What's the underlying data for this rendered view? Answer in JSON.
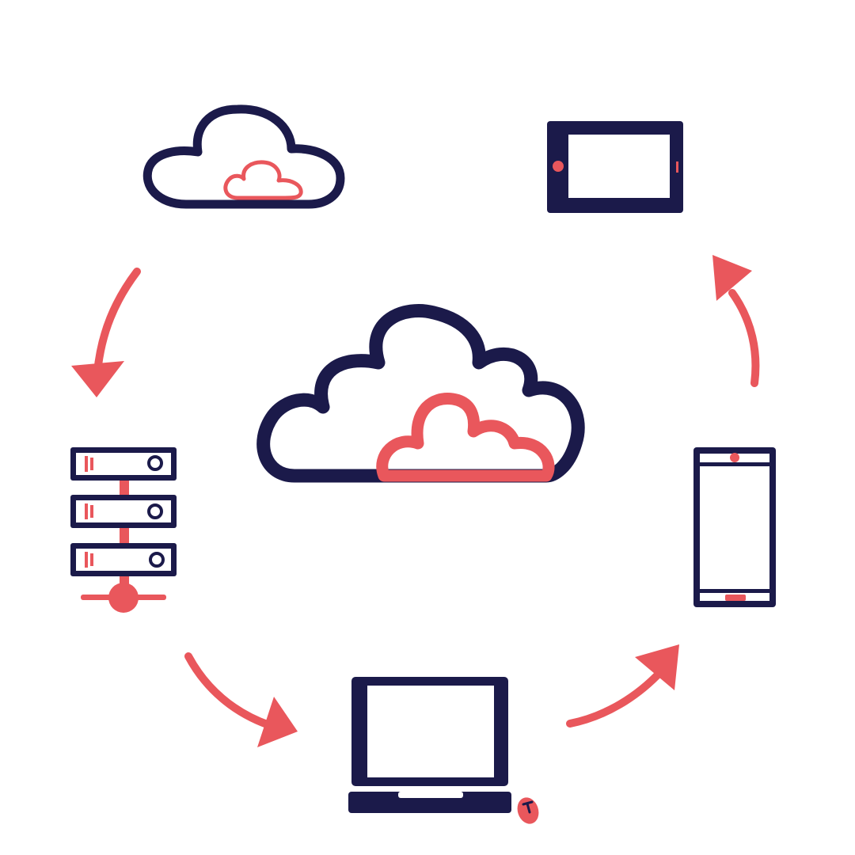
{
  "colors": {
    "navy": "#1b1a4a",
    "coral": "#e9575c",
    "background": "#ffffff"
  },
  "diagram": {
    "kind": "cycle",
    "center": {
      "icon": "cloud-icon"
    },
    "nodes": [
      {
        "id": "cloud",
        "icon": "cloud-icon"
      },
      {
        "id": "tablet",
        "icon": "tablet-icon"
      },
      {
        "id": "smartphone",
        "icon": "smartphone-icon"
      },
      {
        "id": "laptop",
        "icon": "laptop-icon"
      },
      {
        "id": "server",
        "icon": "server-icon"
      }
    ],
    "edges": [
      {
        "from": "cloud",
        "to": "server",
        "icon": "arrow-icon"
      },
      {
        "from": "server",
        "to": "laptop",
        "icon": "arrow-icon"
      },
      {
        "from": "laptop",
        "to": "smartphone",
        "icon": "arrow-icon"
      },
      {
        "from": "smartphone",
        "to": "tablet",
        "icon": "arrow-icon"
      }
    ]
  }
}
